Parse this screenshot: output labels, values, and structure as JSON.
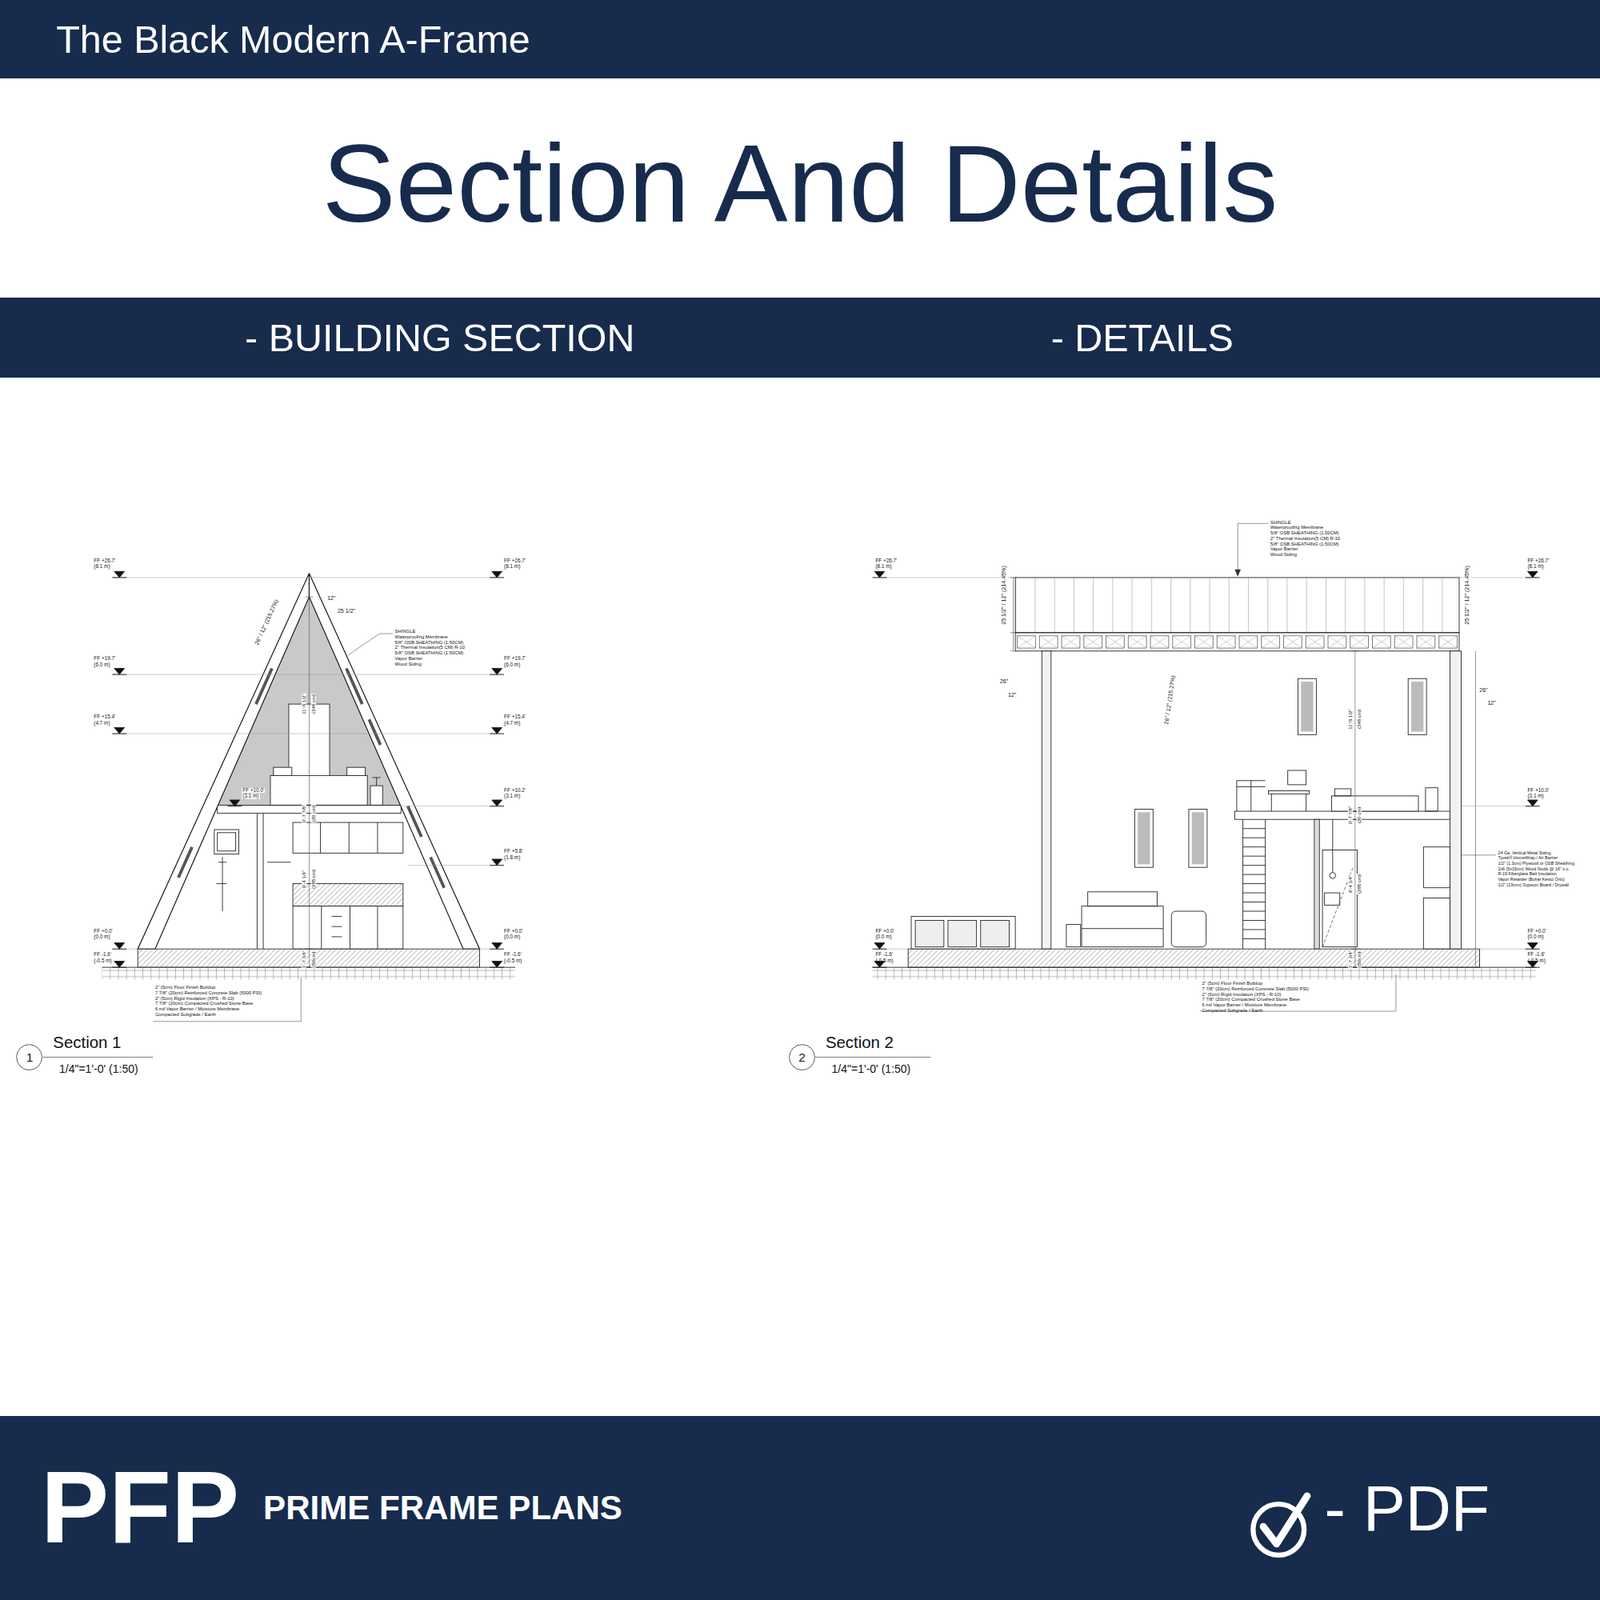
{
  "diagram": {
    "title": "Section And Details",
    "nodes": [
      {
        "text": [
          "The Black Modern A-Frame"
        ]
      },
      {
        "text": [
          "- BUILDING SECTION",
          "- DETAILS"
        ]
      },
      {
        "text": [
          "PFP",
          "PRIME FRAME PLANS",
          "- PDF"
        ]
      },
      {
        "text": [
          "1"
        ]
      },
      {
        "text": [
          "2"
        ]
      }
    ],
    "labels": [
      "FF +26.7'",
      "(8.1 m)",
      "FF +19.7'",
      "(6.0 m)",
      "FF +15.4'",
      "(4.7 m)",
      "FF +0.0'",
      "(0.0 m)",
      "FF -1.6'",
      "(-0.5 m)",
      "FF +26.7'",
      "(8.1 m)",
      "FF +19.7'",
      "(6.0 m)",
      "FF +15.4'",
      "(4.7 m)",
      "FF +10.2'",
      "(3.1 m)",
      "FF +5.8'",
      "(1.8 m)",
      "FF +0.0'",
      "(0.0 m)",
      "FF -1.6'",
      "(-0.5 m)",
      "FF +10.0'",
      "(3.1 m)",
      "12\"",
      "25 1/2\"",
      "26\" / 12\" (215.27%)",
      "SHINGLE",
      "Waterproofing Membrane",
      "5/8\" OSB SHEATHING (1.50CM)",
      "2\" Thermal Insulation(5 CM) R-10",
      "5/8\" OSB SHEATHING (1.50CM)",
      "Vapor Barrier",
      "Wood Siding",
      "11'-5 1/2\"",
      "(348 cm)",
      "0'-7 7/8\"",
      "(20 cm)",
      "9'-4 1/4\"",
      "(285 cm)",
      "1'-7 3/4\"",
      "(50cm)",
      "2\" (5cm) Floor Finish Buildup",
      "7 7/8\" (20cm) Reinforced Concrete Slab (5000 PSI)",
      "2\" (5cm) Rigid Insulation (XPS - R-10)",
      "7 7/8\" (20cm) Compacted Crushed Stone Base",
      "6 mil Vapor Barrier / Moisture Membrane",
      "Compacted Subgrade / Earth",
      "Section 1",
      "1/4\"=1'-0' (1:50)",
      "FF +26.7'",
      "(8.1 m)",
      "FF +0.0'",
      "(0.0 m)",
      "FF -1.6'",
      "(-0.5 m)",
      "FF +26.7'",
      "(8.1 m)",
      "FF +10.0'",
      "(3.1 m)",
      "FF +0.0'",
      "(0.0 m)",
      "FF -1.6'",
      "(-0.5 m)",
      "SHINGLE",
      "Waterproofing Membrane",
      "5/8\" OSB SHEATHING (1.50CM)",
      "2\" Thermal Insulation(5 CM) R-10",
      "5/8\" OSB SHEATHING (1.50CM)",
      "Vapor Barrier",
      "Wood Siding",
      "25 1/2\" / 12\" (214.45%)",
      "26\"",
      "12\"",
      "25 1/2\" / 12\" (214.45%)",
      "26\"",
      "12\"",
      "26\" / 12\" (215.27%)",
      "11'-5 1/2\"",
      "(348 cm)",
      "0'-7 7/8\"",
      "(20 cm)",
      "9'-4 1/4\"",
      "(285 cm)",
      "1'-7 3/4\"",
      "(50cm)",
      "24 Ga. Vertical Metal Siding",
      "Tyvek® HomeWrap / Air Barrier",
      "1/2\" (1.3cm) Plywood or OSB Sheathing",
      "2x6 (5x15cm) Wood Studs @ 16\" o.c.",
      "R-19 Fiberglass Batt Insulation",
      "Vapor Retarder (Buhar Kesici Örtü)",
      "1/2\" (13mm) Gypsum Board / Drywall",
      "2\" (5cm) Floor Finish Buildup",
      "7 7/8\" (20cm) Reinforced Concrete Slab (5000 PSI)",
      "2\" (5cm) Rigid Insulation (XPS - R-10)",
      "7 7/8\" (20cm) Compacted Crushed Stone Base",
      "6 mil Vapor Barrier / Moisture Membrane",
      "Compacted Subgrade / Earth",
      "Section 2",
      "1/4\"=1'-0' (1:50)"
    ]
  }
}
